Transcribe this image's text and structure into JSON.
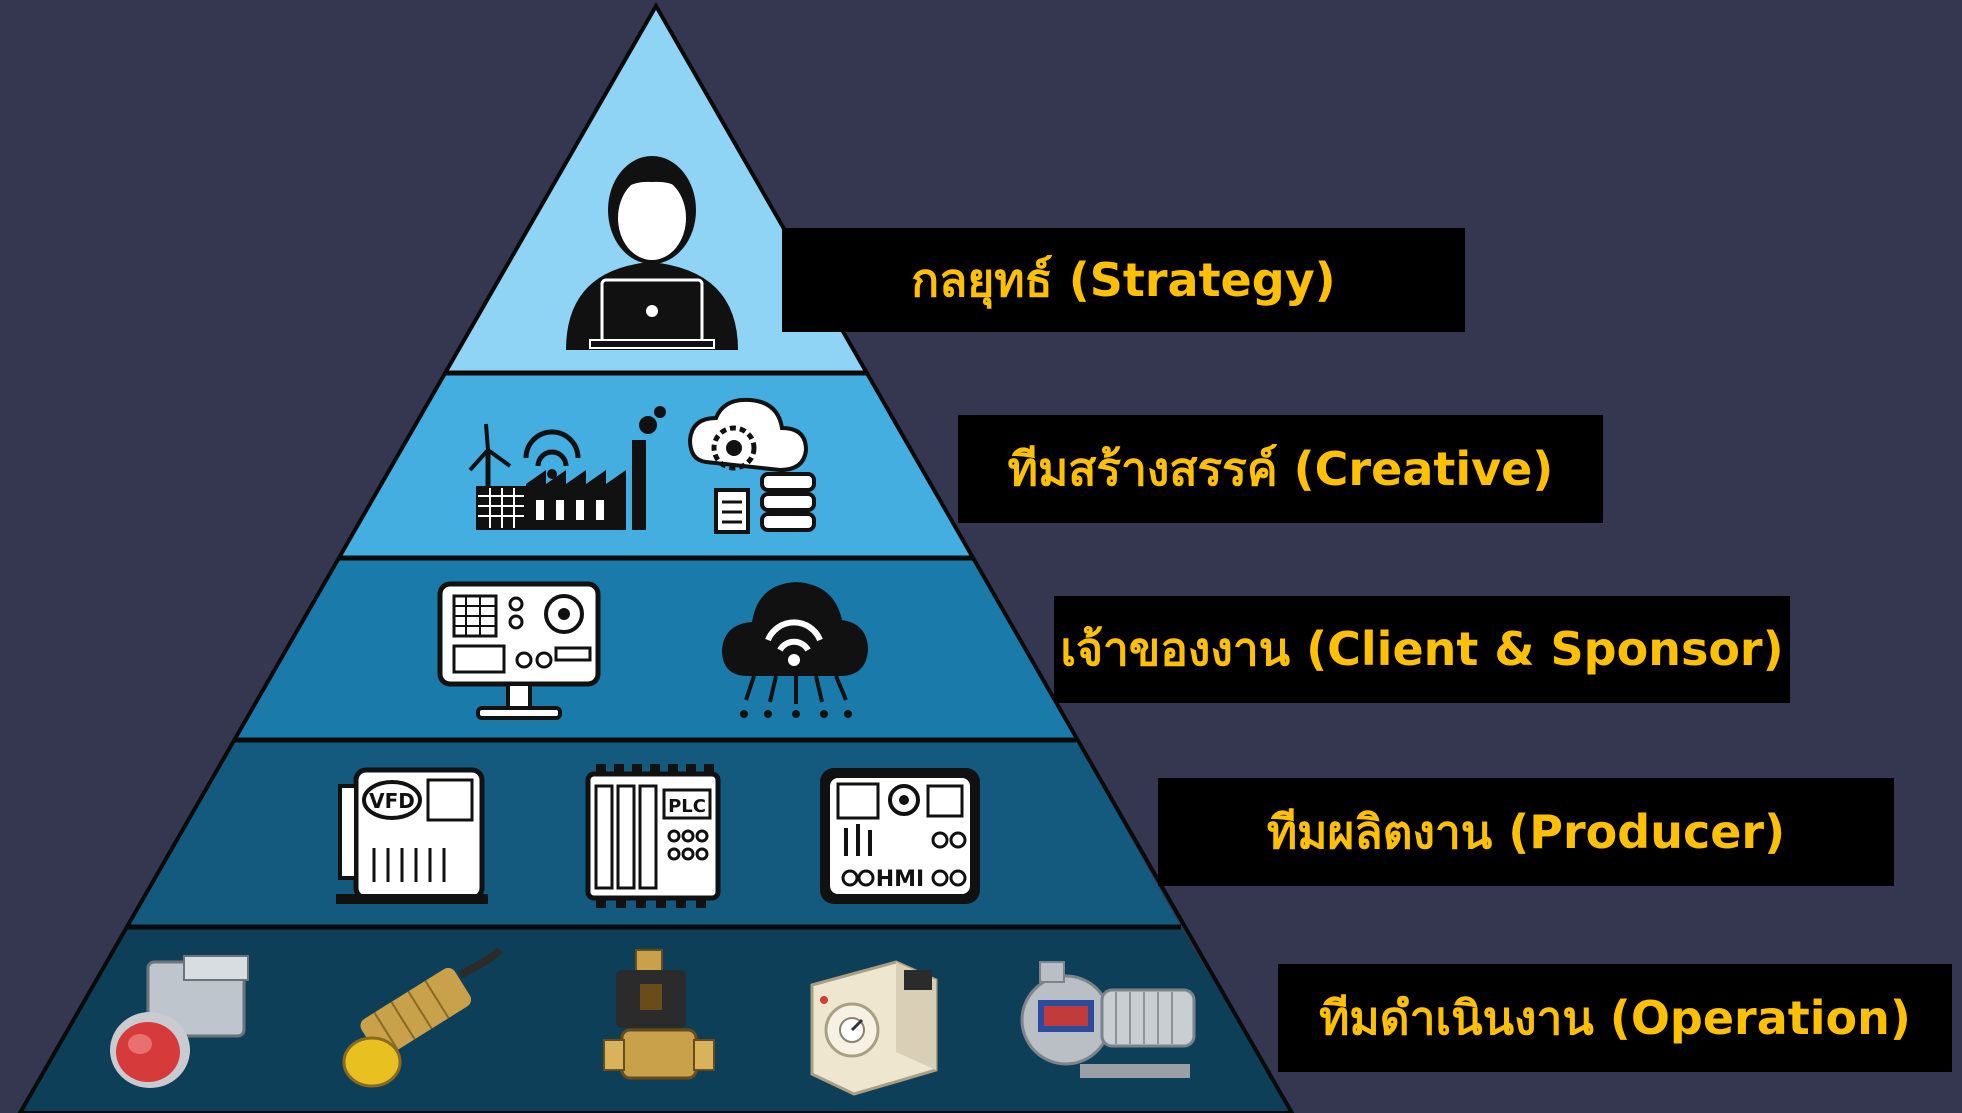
{
  "colors": {
    "background": "#353650",
    "label_background": "#000000",
    "label_text": "#ffc000",
    "tier_1": "#8fd3f5",
    "tier_2": "#45aee0",
    "tier_3": "#1a7aaa",
    "tier_4": "#135a7e",
    "tier_5": "#0e3f58",
    "divider": "#0a0a0a"
  },
  "pyramid": {
    "tiers": [
      {
        "label": "กลยุทธ์ (Strategy)",
        "icons": [
          "person-laptop-icon"
        ]
      },
      {
        "label": "ทีมสร้างสรรค์ (Creative)",
        "icons": [
          "smart-factory-icon",
          "cloud-database-icon"
        ]
      },
      {
        "label": "เจ้าของงาน (Client & Sponsor)",
        "icons": [
          "control-monitor-icon",
          "cloud-wifi-icon"
        ]
      },
      {
        "label": "ทีมผลิตงาน (Producer)",
        "icons": [
          "vfd-drive-icon",
          "plc-rack-icon",
          "hmi-panel-icon"
        ]
      },
      {
        "label": "ทีมดำเนินงาน (Operation)",
        "icons": [
          "push-button-icon",
          "proximity-sensor-icon",
          "solenoid-valve-icon",
          "timer-relay-icon",
          "pump-icon"
        ]
      }
    ],
    "vfd_text": "VFD",
    "plc_text": "PLC",
    "hmi_text": "HMI"
  }
}
